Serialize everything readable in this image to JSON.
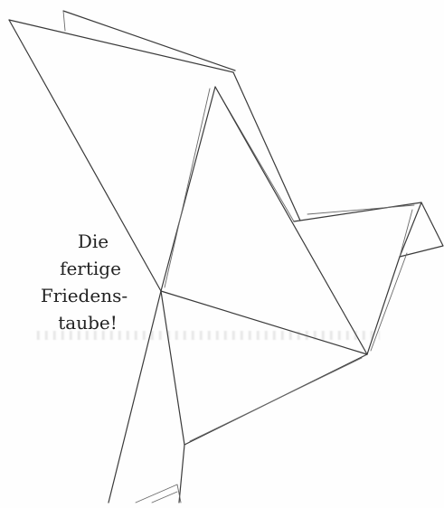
{
  "caption": {
    "line1": "Die",
    "line2": "fertige",
    "line3": "Friedens-",
    "line4": "taube!"
  },
  "colors": {
    "paper": "#fefefe",
    "ink": "#3a3a3a"
  }
}
